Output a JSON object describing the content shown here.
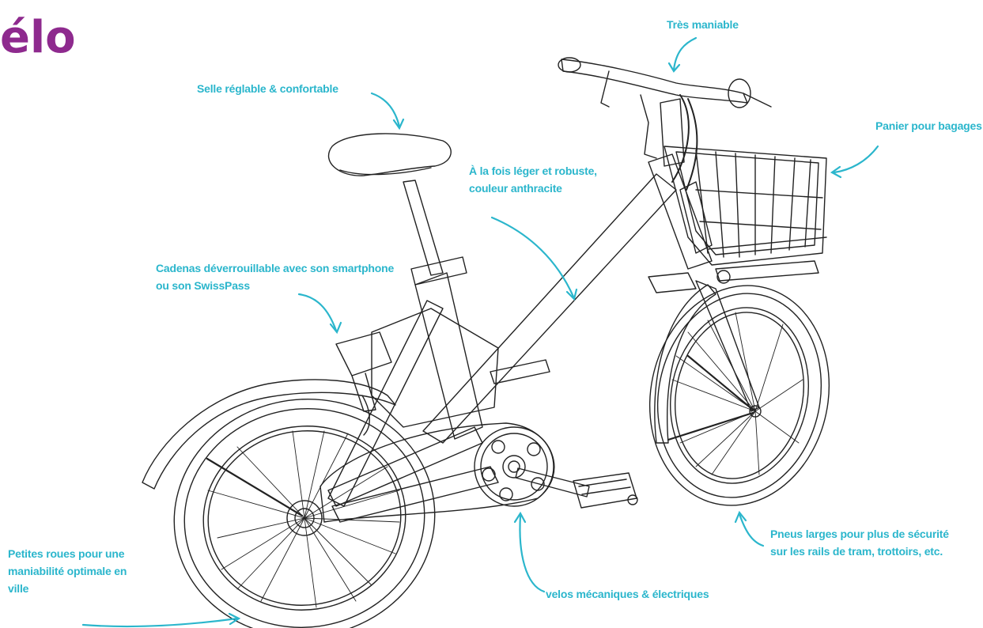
{
  "page": {
    "title": "élo",
    "accent_color": "#2bb6cc",
    "title_color": "#8e2a8e"
  },
  "callouts": [
    {
      "id": "handling",
      "lines": [
        "Très maniable"
      ]
    },
    {
      "id": "saddle",
      "lines": [
        "Selle réglable & confortable"
      ]
    },
    {
      "id": "basket",
      "lines": [
        "Panier pour bagages"
      ]
    },
    {
      "id": "frame",
      "lines": [
        "À la fois léger et robuste,",
        "couleur anthracite"
      ]
    },
    {
      "id": "lock",
      "lines": [
        "Cadenas déverrouillable avec son smartphone",
        "ou son SwissPass"
      ]
    },
    {
      "id": "tyres",
      "lines": [
        "Pneus larges pour plus de sécurité",
        "sur les rails de tram, trottoirs, etc."
      ]
    },
    {
      "id": "wheels",
      "lines": [
        "Petites roues pour une",
        "maniabilité optimale en",
        "ville"
      ]
    },
    {
      "id": "types",
      "lines": [
        "velos mécaniques & électriques"
      ]
    }
  ]
}
